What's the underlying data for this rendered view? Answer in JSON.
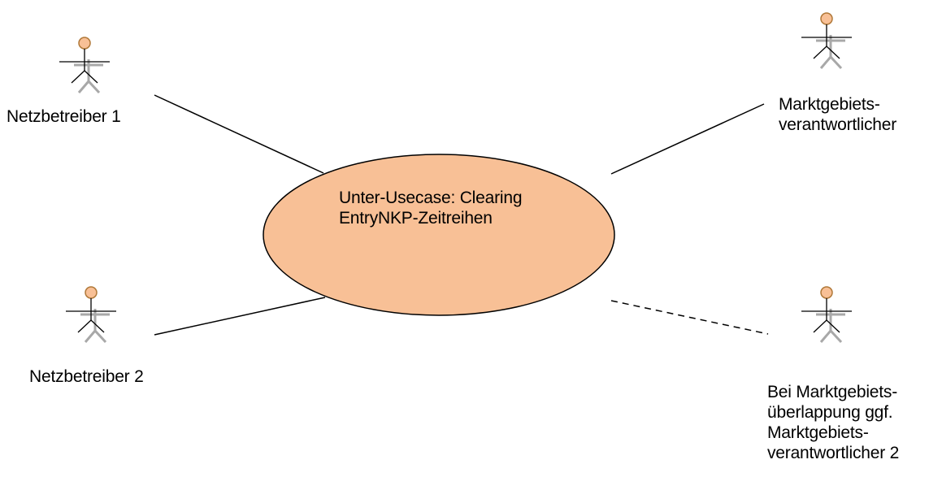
{
  "use_case": {
    "lines": [
      "Unter-Usecase: Clearing",
      "EntryNKP-Zeitreihen"
    ]
  },
  "actors": {
    "netzbetreiber_1": {
      "lines": [
        "Netzbetreiber 1"
      ]
    },
    "netzbetreiber_2": {
      "lines": [
        "Netzbetreiber 2"
      ]
    },
    "marktgebietsverantwortlicher": {
      "lines": [
        "Marktgebiets-",
        "verantwortlicher"
      ]
    },
    "marktgebietsverantwortlicher_2": {
      "lines": [
        "Bei Marktgebiets-",
        "überlappung ggf.",
        "Marktgebiets-",
        "verantwortlicher 2"
      ]
    }
  },
  "colors": {
    "use_case_fill": "#F8C096",
    "actor_head": "#F8C096",
    "actor_head_stroke": "#C08040",
    "actor_body": "#000000",
    "actor_shadow": "#A0A0A0",
    "line": "#000000"
  },
  "icons": {
    "actor": "uml-actor-icon"
  }
}
